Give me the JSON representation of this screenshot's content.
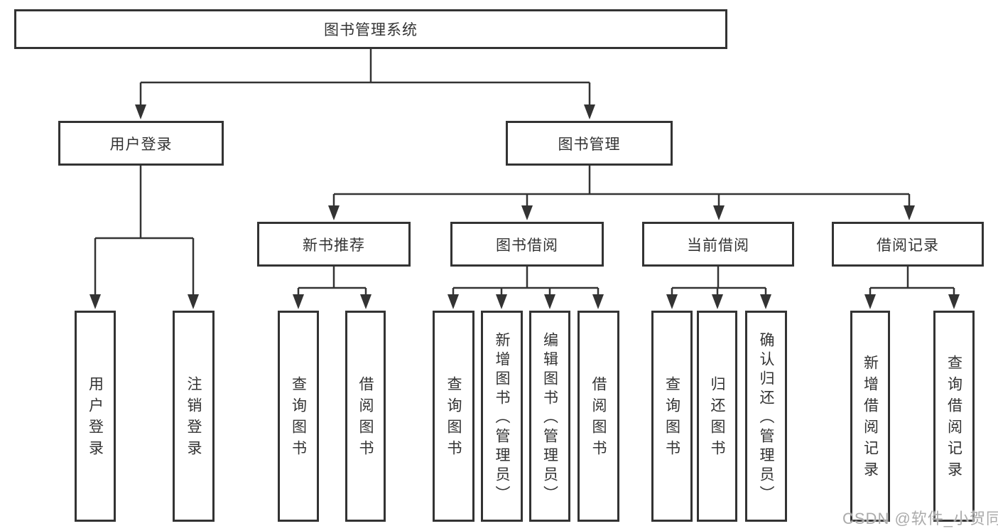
{
  "diagram": {
    "type": "hierarchy-tree",
    "watermark": "CSDN @软件_小贺同学",
    "colors": {
      "line": "#333333",
      "box_border": "#333333",
      "text": "#333333",
      "background": "#ffffff",
      "watermark": "#ababab"
    },
    "nodes": {
      "root": {
        "label": "图书管理系统"
      },
      "user_login": {
        "label": "用户登录"
      },
      "book_mgmt": {
        "label": "图书管理"
      },
      "new_books": {
        "label": "新书推荐"
      },
      "book_borrow": {
        "label": "图书借阅"
      },
      "current_borrow": {
        "label": "当前借阅"
      },
      "borrow_records": {
        "label": "借阅记录"
      },
      "leaf_user_login": {
        "label": "用户登录"
      },
      "leaf_logout": {
        "label": "注销登录"
      },
      "nb_query_books": {
        "label": "查询图书"
      },
      "nb_borrow_books": {
        "label": "借阅图书"
      },
      "bb_query_books": {
        "label": "查询图书"
      },
      "bb_add_books": {
        "label": "新增图书（管理员）"
      },
      "bb_edit_books": {
        "label": "编辑图书（管理员）"
      },
      "bb_borrow_books": {
        "label": "借阅图书"
      },
      "cb_query_books": {
        "label": "查询图书"
      },
      "cb_return_books": {
        "label": "归还图书"
      },
      "cb_confirm_return": {
        "label": "确认归还（管理员）"
      },
      "br_add_record": {
        "label": "新增借阅记录"
      },
      "br_query_record": {
        "label": "查询借阅记录"
      }
    },
    "hierarchy": {
      "图书管理系统": [
        "用户登录",
        "图书管理"
      ],
      "用户登录": [
        "用户登录",
        "注销登录"
      ],
      "图书管理": [
        "新书推荐",
        "图书借阅",
        "当前借阅",
        "借阅记录"
      ],
      "新书推荐": [
        "查询图书",
        "借阅图书"
      ],
      "图书借阅": [
        "查询图书",
        "新增图书（管理员）",
        "编辑图书（管理员）",
        "借阅图书"
      ],
      "当前借阅": [
        "查询图书",
        "归还图书",
        "确认归还（管理员）"
      ],
      "借阅记录": [
        "新增借阅记录",
        "查询借阅记录"
      ]
    }
  }
}
